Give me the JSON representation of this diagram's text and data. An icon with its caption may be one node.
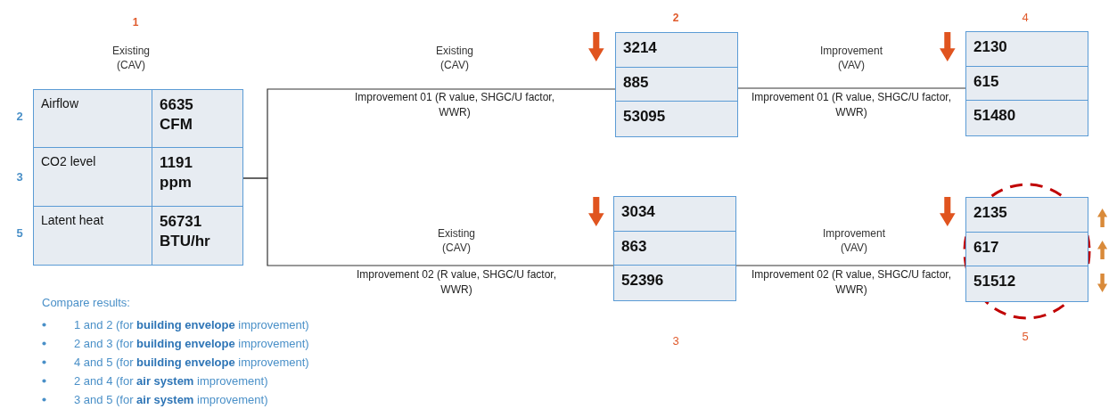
{
  "diagram": {
    "nodes": [
      {
        "text": [
          "Airflow",
          "6635 CFM",
          "CO2 level",
          "1191 ppm",
          "Latent heat",
          "56731 BTU/hr"
        ],
        "beside": [
          "1",
          "Existing (CAV)",
          "2",
          "3",
          "5"
        ]
      },
      {
        "text": [
          "3214",
          "885",
          "53095"
        ],
        "beside": [
          "2"
        ]
      },
      {
        "text": [
          "3034",
          "863",
          "52396"
        ],
        "beside": [
          "3"
        ]
      },
      {
        "text": [
          "2130",
          "615",
          "51480"
        ],
        "beside": [
          "4"
        ]
      },
      {
        "text": [
          "2135",
          "617",
          "51512"
        ],
        "beside": [
          "5"
        ]
      }
    ],
    "edges": [
      {
        "from": 0,
        "to": 1,
        "arrow": "none",
        "label": "Improvement 01 (R value, SHGC/U factor, WWR)"
      },
      {
        "from": 0,
        "to": 2,
        "arrow": "none",
        "label": "Improvement 02 (R value, SHGC/U factor, WWR)"
      },
      {
        "from": 1,
        "to": 3,
        "arrow": "none",
        "label": "Improvement 01 (R value, SHGC/U factor, WWR)"
      },
      {
        "from": 2,
        "to": 4,
        "arrow": "none",
        "label": "Improvement 02 (R value, SHGC/U factor, WWR)"
      }
    ],
    "labels": [
      "Existing (CAV)",
      "Improvement (VAV)",
      "Existing (CAV)",
      "Improvement (VAV)",
      "Compare results:",
      "1 and 2 (for **building envelope** improvement)",
      "2 and 3 (for **building envelope** improvement)",
      "4 and 5 (for **building envelope** improvement)",
      "2 and 4 (for **air system** improvement)",
      "3 and 5 (for **air system** improvement)"
    ]
  }
}
